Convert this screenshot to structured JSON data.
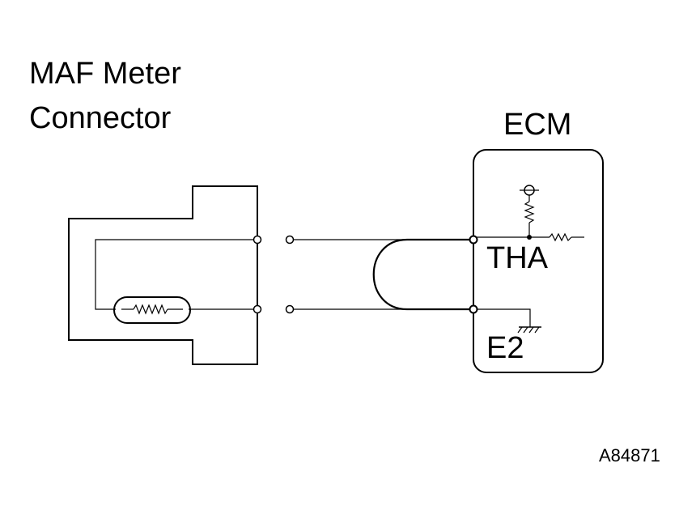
{
  "title": {
    "line1": "MAF Meter",
    "line2": "Connector"
  },
  "ecm": {
    "label": "ECM",
    "terminals": [
      "THA",
      "E2"
    ]
  },
  "figure_code": "A84871"
}
